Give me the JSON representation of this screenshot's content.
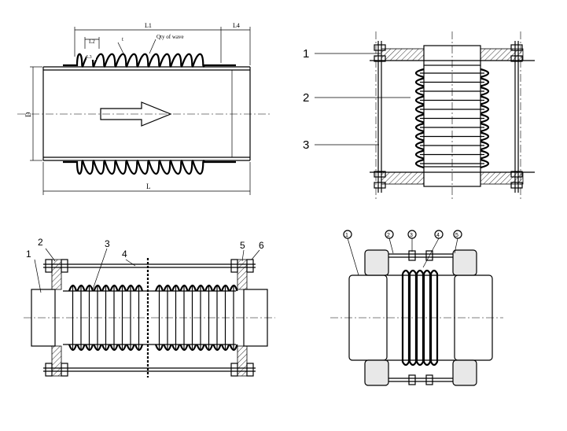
{
  "panel_a": {
    "dims": {
      "L1": "L1",
      "L2": "L2",
      "L3": "L3",
      "L4": "L4",
      "t": "t",
      "qty": "Qty of wave",
      "D": "D",
      "L": "L"
    }
  },
  "panel_b": {
    "labels": [
      "1",
      "2",
      "3"
    ]
  },
  "panel_c": {
    "labels": [
      "1",
      "2",
      "3",
      "4",
      "5",
      "6"
    ]
  },
  "panel_d": {
    "labels": [
      "1",
      "2",
      "3",
      "4",
      "5"
    ]
  }
}
